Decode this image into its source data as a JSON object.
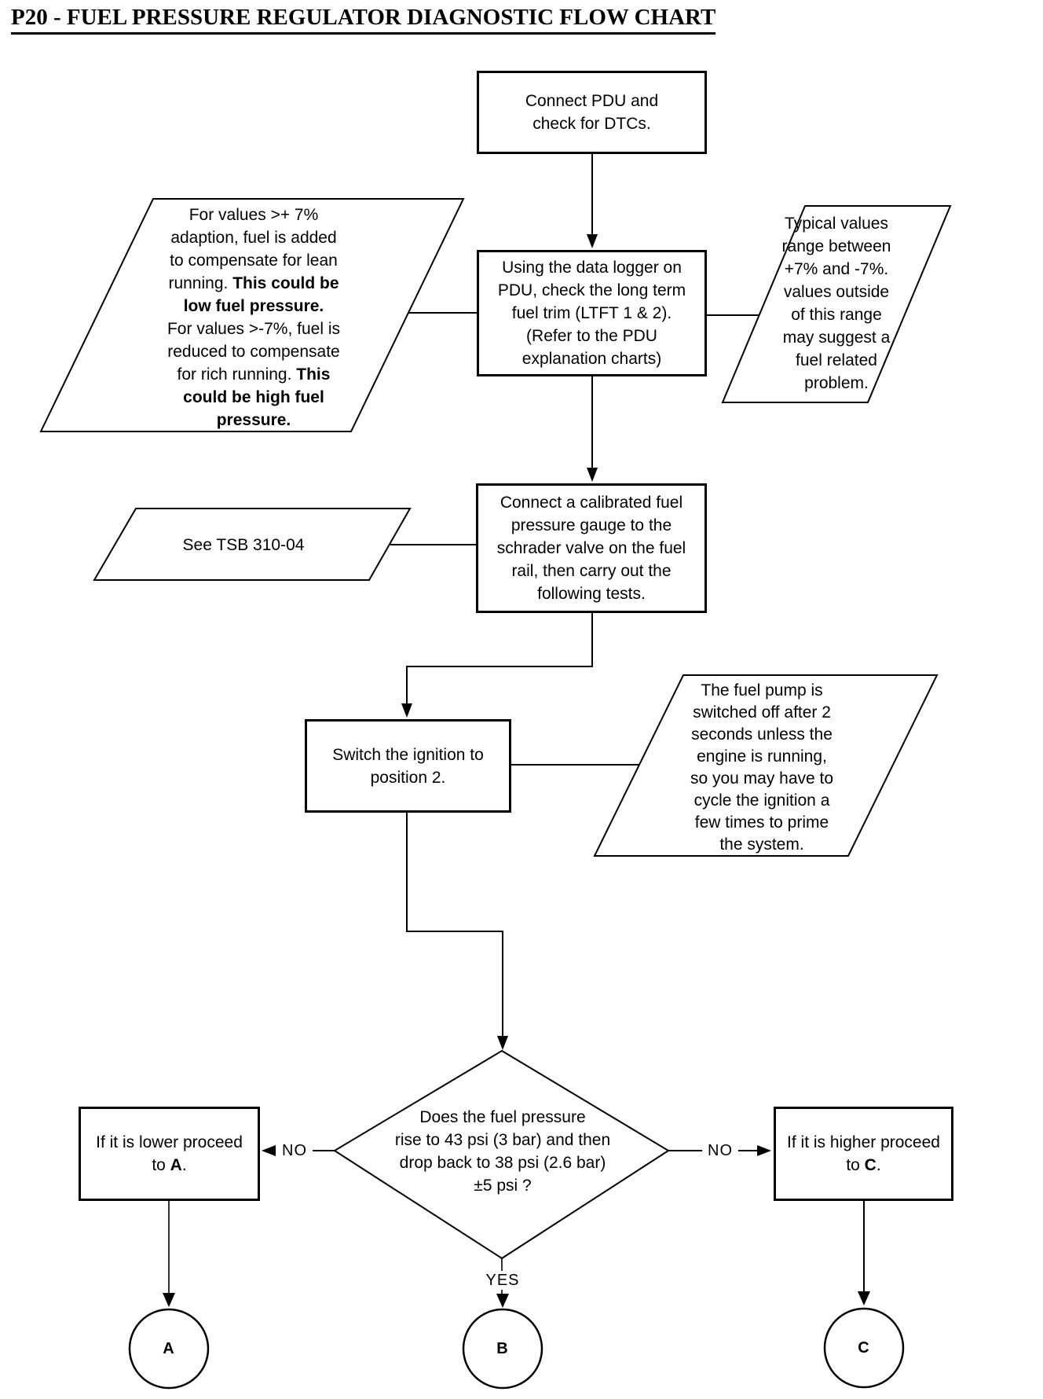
{
  "title": "P20 - FUEL PRESSURE REGULATOR DIAGNOSTIC FLOW CHART",
  "nodes": {
    "connect_pdu": "Connect PDU and\ncheck for DTCs.",
    "data_logger": "Using the data logger on\nPDU, check the long term\nfuel trim (LTFT 1 & 2).\n(Refer to the PDU\nexplanation charts)",
    "typical_values": "Typical values\nrange between\n+7% and -7%.\nvalues outside\nof this range\nmay suggest a\nfuel related\nproblem.",
    "tsb_note": "See TSB 310-04",
    "connect_gauge": "Connect a calibrated fuel\npressure gauge to the\nschrader valve on the fuel\nrail, then carry out the\nfollowing tests.",
    "switch_ignition": "Switch the ignition to\nposition 2.",
    "fuel_pump_note": "The fuel pump is\nswitched off after 2\nseconds unless the\nengine is running,\nso you may have to\ncycle the ignition a\nfew times to prime\nthe system.",
    "decision": "Does the fuel pressure\nrise to 43 psi (3 bar) and then\ndrop back to 38 psi (2.6 bar)\n±5 psi ?"
  },
  "rich_nodes": {
    "adaption_note": [
      [
        {
          "text": "For values >+ 7%",
          "bold": false
        }
      ],
      [
        {
          "text": "adaption, fuel is added",
          "bold": false
        }
      ],
      [
        {
          "text": "to compensate for lean",
          "bold": false
        }
      ],
      [
        {
          "text": "running. ",
          "bold": false
        },
        {
          "text": "This could be",
          "bold": true
        }
      ],
      [
        {
          "text": "low fuel pressure.",
          "bold": true
        }
      ],
      [
        {
          "text": "For values >-7%, fuel is",
          "bold": false
        }
      ],
      [
        {
          "text": "reduced to compensate",
          "bold": false
        }
      ],
      [
        {
          "text": "for rich running. ",
          "bold": false
        },
        {
          "text": "This",
          "bold": true
        }
      ],
      [
        {
          "text": "could be high fuel",
          "bold": true
        }
      ],
      [
        {
          "text": "pressure.",
          "bold": true
        }
      ]
    ],
    "lower_a": [
      [
        {
          "text": "If it is lower proceed",
          "bold": false
        }
      ],
      [
        {
          "text": "to ",
          "bold": false
        },
        {
          "text": "A",
          "bold": true
        },
        {
          "text": ".",
          "bold": false
        }
      ]
    ],
    "higher_c": [
      [
        {
          "text": "If it is higher proceed",
          "bold": false
        }
      ],
      [
        {
          "text": "to ",
          "bold": false
        },
        {
          "text": "C",
          "bold": true
        },
        {
          "text": ".",
          "bold": false
        }
      ]
    ]
  },
  "edge_labels": {
    "no_left": "NO",
    "no_right": "NO",
    "yes": "YES"
  },
  "connectors": {
    "a": "A",
    "b": "B",
    "c": "C"
  },
  "colors": {
    "line": "#000000",
    "background": "#ffffff"
  }
}
